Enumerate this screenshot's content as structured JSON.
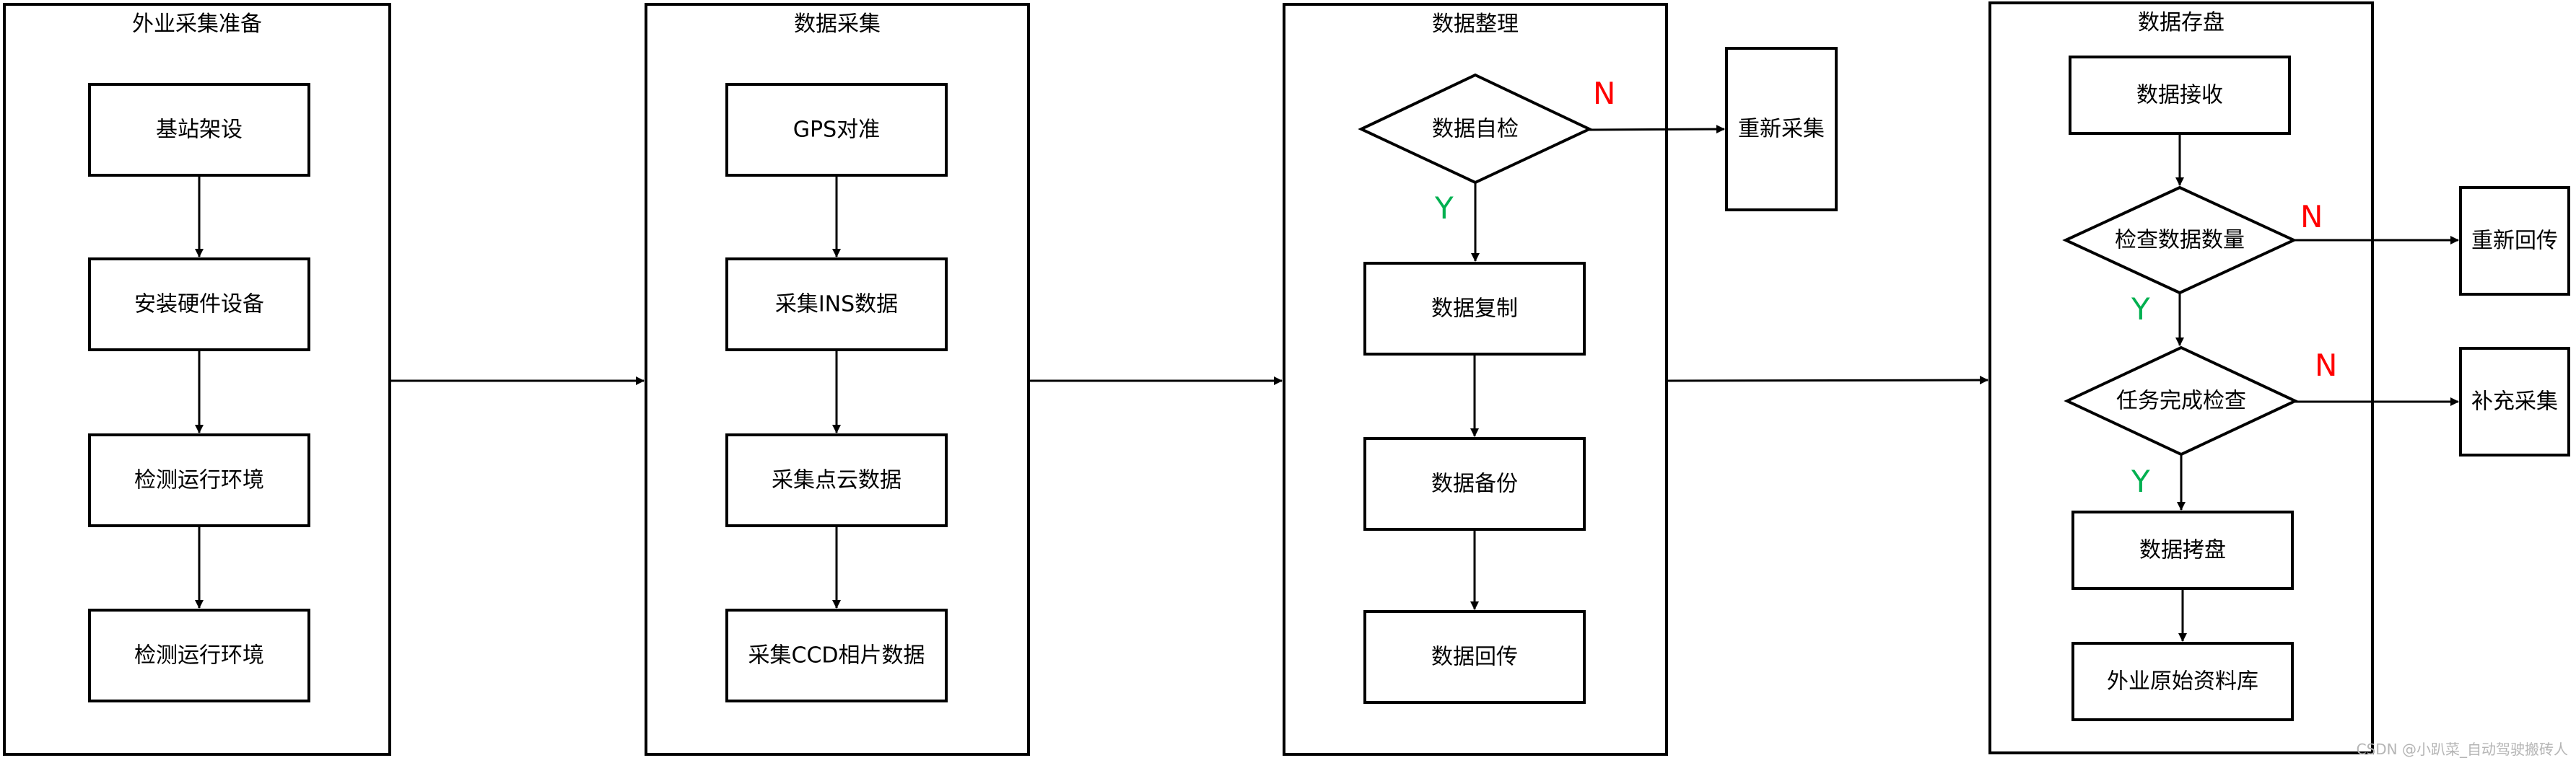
{
  "lanes": [
    {
      "title": "外业采集准备"
    },
    {
      "title": "数据采集"
    },
    {
      "title": "数据整理"
    },
    {
      "title": "数据存盘"
    }
  ],
  "boxes": {
    "base_station": "基站架设",
    "install_hardware": "安装硬件设备",
    "check_env_1": "检测运行环境",
    "check_env_2": "检测运行环境",
    "gps_align": "GPS对准",
    "collect_ins": "采集INS数据",
    "collect_pointcloud": "采集点云数据",
    "collect_ccd": "采集CCD相片数据",
    "data_self_check": "数据自检",
    "recollect": "重新采集",
    "data_copy": "数据复制",
    "data_backup": "数据备份",
    "data_upload": "数据回传",
    "data_receive": "数据接收",
    "check_quantity": "检查数据数量",
    "re_upload": "重新回传",
    "task_check": "任务完成检查",
    "supplement_collect": "补充采集",
    "data_copy_disk": "数据拷盘",
    "raw_database": "外业原始资料库"
  },
  "marks": {
    "no_1": "N",
    "yes_1": "Y",
    "no_2": "N",
    "yes_2": "Y",
    "no_3": "N",
    "yes_3": "Y"
  },
  "watermark": "CSDN @小趴菜_自动驾驶搬砖人",
  "colors": {
    "stroke": "#000000",
    "no": "#ff0000",
    "yes": "#00b050",
    "watermark": "#b5b5b5"
  }
}
